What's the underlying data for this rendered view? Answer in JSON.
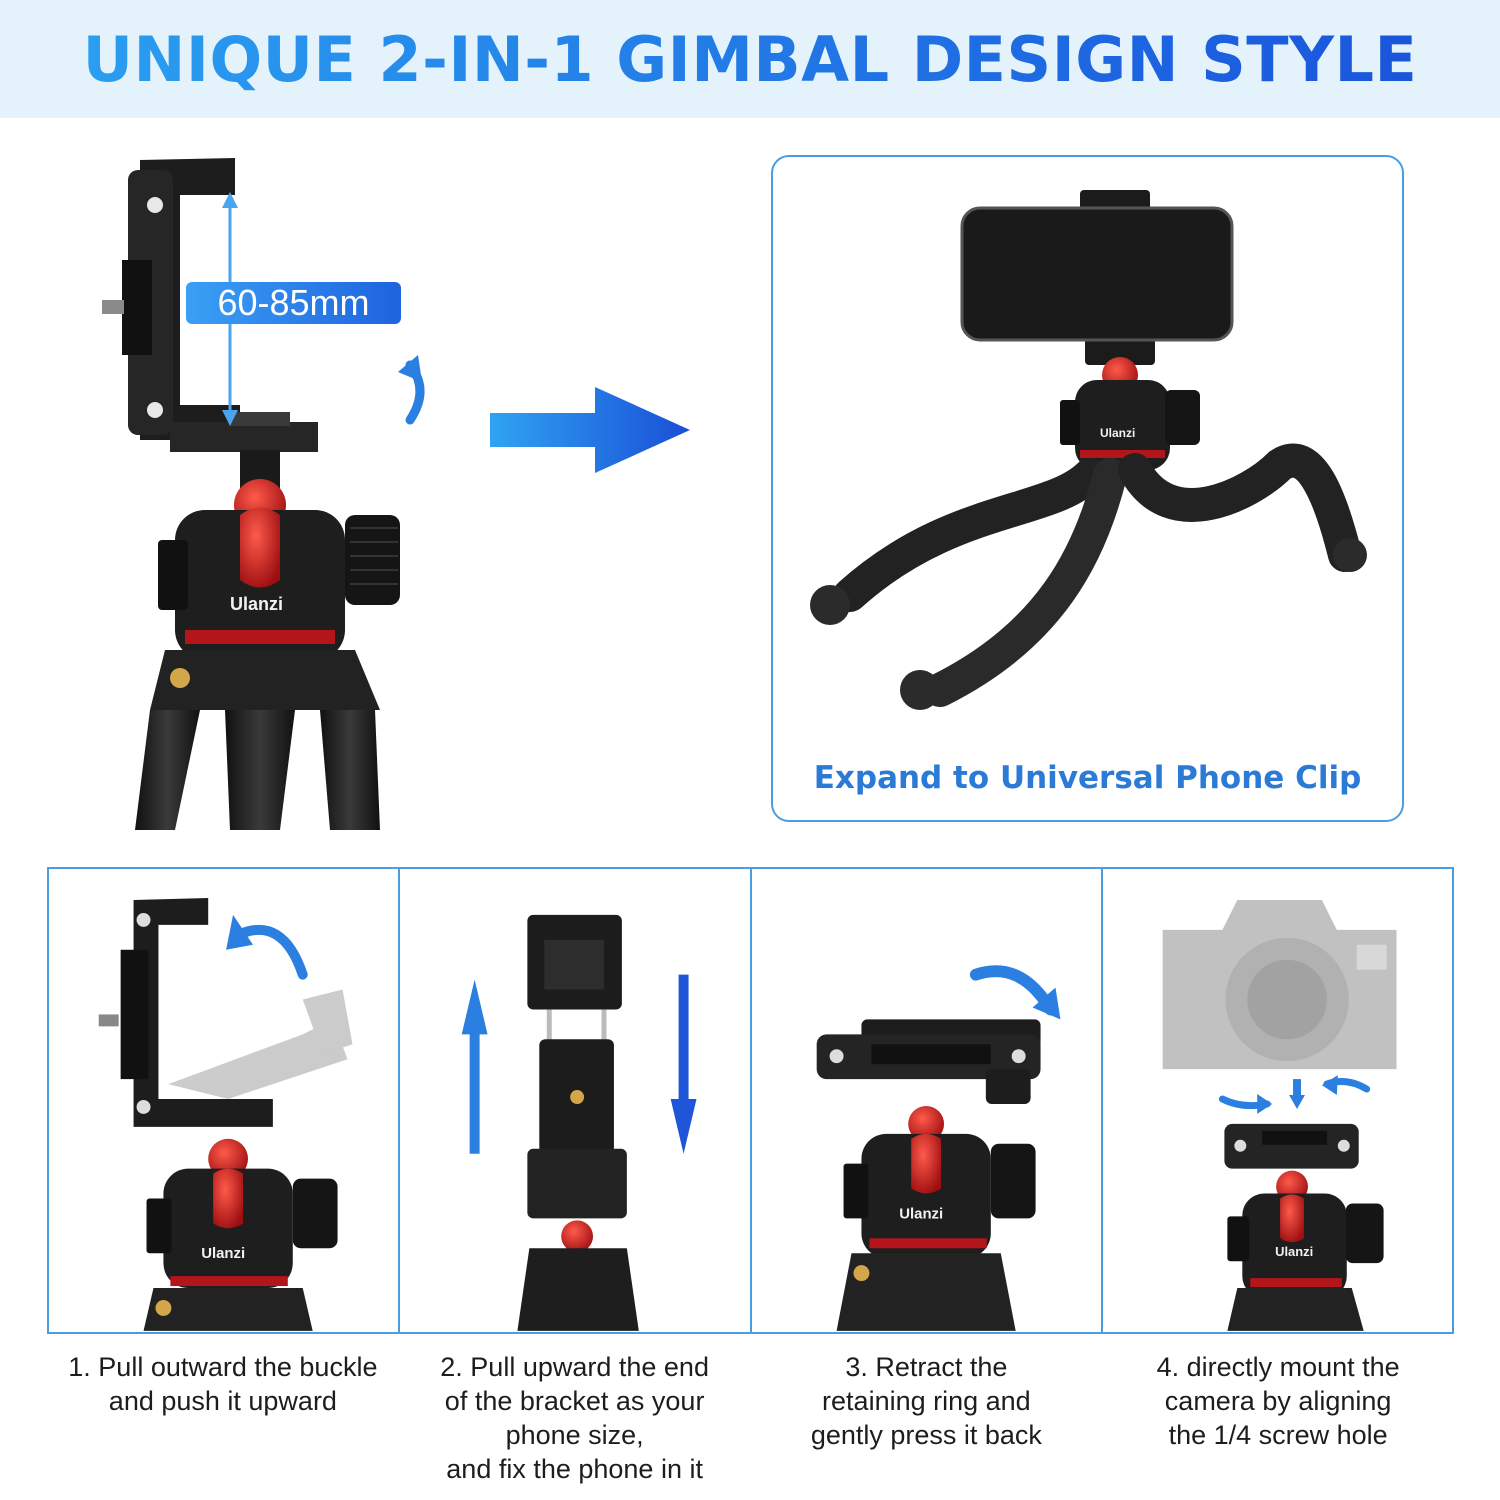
{
  "header": {
    "title": "UNIQUE 2-IN-1 GIMBAL DESIGN STYLE"
  },
  "hero": {
    "measurement_label": "60-85mm",
    "brand_label": "Ulanzi",
    "expand_caption": "Expand to Universal Phone Clip"
  },
  "steps": [
    {
      "caption": "1. Pull outward the buckle\nand push it upward",
      "brand_label": "Ulanzi"
    },
    {
      "caption": "2. Pull upward the end\nof the  bracket as your\nphone size,\nand fix the phone in it"
    },
    {
      "caption": "3. Retract the\nretaining ring and\ngently press it back",
      "brand_label": "Ulanzi"
    },
    {
      "caption": "4. directly mount the\ncamera by aligning\nthe 1/4 screw hole",
      "brand_label": "Ulanzi"
    }
  ],
  "colors": {
    "accent_blue": "#1f6fe0",
    "border_blue": "#4a9de0",
    "ball_red": "#c8171d",
    "body_black": "#1b1b1b",
    "banner_bg": "#e4f3fb"
  }
}
